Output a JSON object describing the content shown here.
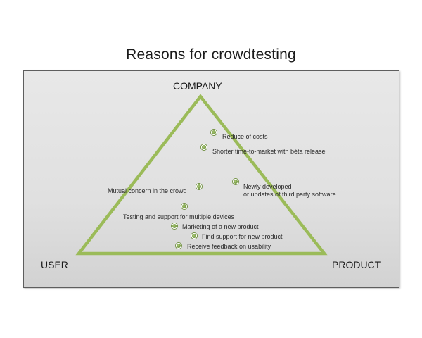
{
  "title": "Reasons for crowdtesting",
  "corners": {
    "top": "COMPANY",
    "left": "USER",
    "right": "PRODUCT"
  },
  "reasons": [
    "Reduce of costs",
    "Shorter time-to-market with bèta release",
    "Newly developed",
    "or updates of third party software",
    "Mutual concern in the crowd",
    "Testing and support for multiple devices",
    "Marketing of a new product",
    "Find support for new product",
    "Receive feedback on usability"
  ],
  "colors": {
    "triangle_stroke": "#9bbb59",
    "dot_fill": "#7a9d45",
    "panel_border": "#5e5e5e"
  }
}
